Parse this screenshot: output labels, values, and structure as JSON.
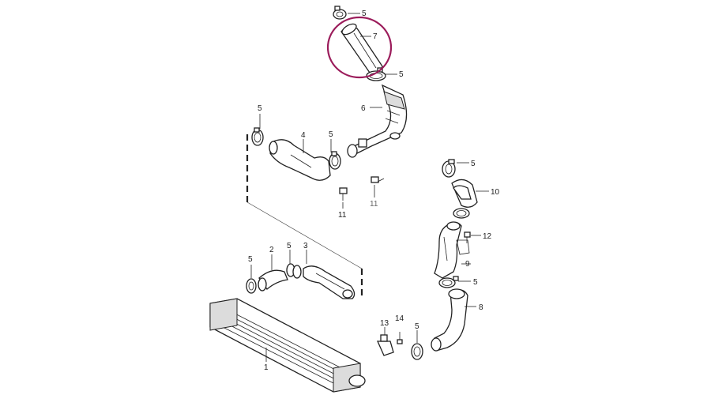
{
  "labels": {
    "p1": "1",
    "p2": "2",
    "p3": "3",
    "p4": "4",
    "p5_top": "5",
    "p5_under7": "5",
    "p5_left4": "5",
    "p5_mid4": "5",
    "p5_right10": "5",
    "p5_clamp2": "5",
    "p5_mid23": "5",
    "p5_below9": "5",
    "p5_bottom": "5",
    "p6": "6",
    "p7": "7",
    "p8": "8",
    "p9": "9",
    "p10": "10",
    "p11a": "11",
    "p11b": "11",
    "p12": "12",
    "p13": "13",
    "p14": "14"
  },
  "colors": {
    "highlight": "#9b1c5b",
    "line": "#222222"
  }
}
